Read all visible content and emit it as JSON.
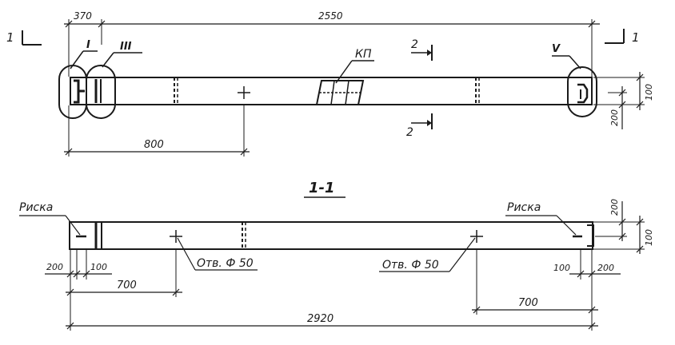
{
  "plan": {
    "dim_left_top": "370",
    "dim_total_top": "2550",
    "dim_800": "800",
    "dim_right_100": "100",
    "dim_right_200": "200",
    "section_1_left": "1",
    "section_1_right": "1",
    "section_2_top": "2",
    "section_2_bottom": "2",
    "callout_I": "I",
    "callout_III": "III",
    "callout_V": "V",
    "callout_KP": "КП"
  },
  "elevation": {
    "title": "1-1",
    "riska_left": "Риска",
    "riska_right": "Риска",
    "hole_left": "Отв. Ф 50",
    "hole_right": "Отв. Ф 50",
    "dim_200_left": "200",
    "dim_100_left": "100",
    "dim_700_left": "700",
    "dim_700_right": "700",
    "dim_100_right": "100",
    "dim_200_right": "200",
    "dim_2920": "2920",
    "dim_right_200": "200",
    "dim_right_100": "100"
  }
}
